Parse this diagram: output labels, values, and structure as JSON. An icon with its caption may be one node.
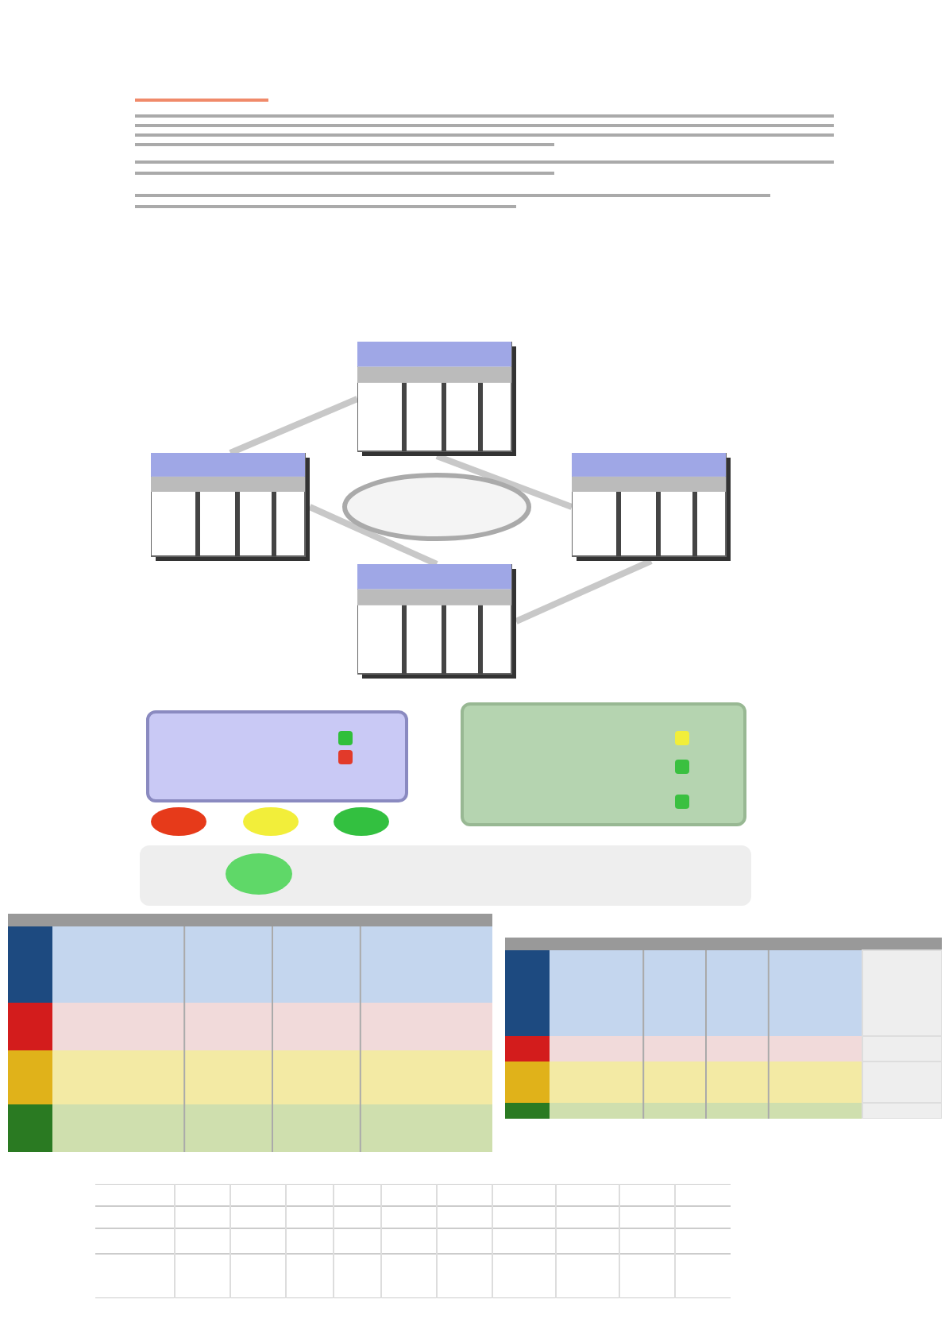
{
  "diagram": {
    "nodes": [
      {
        "text": [],
        "shape": "box"
      },
      {
        "text": [],
        "shape": "box"
      },
      {
        "text": [],
        "shape": "ellipse"
      },
      {
        "text": [],
        "shape": "box"
      },
      {
        "text": [],
        "shape": "box"
      }
    ],
    "edges": [
      {
        "from": 1,
        "to": 0,
        "arrow": "none"
      },
      {
        "from": 0,
        "to": 3,
        "arrow": "none"
      },
      {
        "from": 3,
        "to": 4,
        "arrow": "none"
      },
      {
        "from": 4,
        "to": 1,
        "arrow": "none"
      }
    ]
  }
}
